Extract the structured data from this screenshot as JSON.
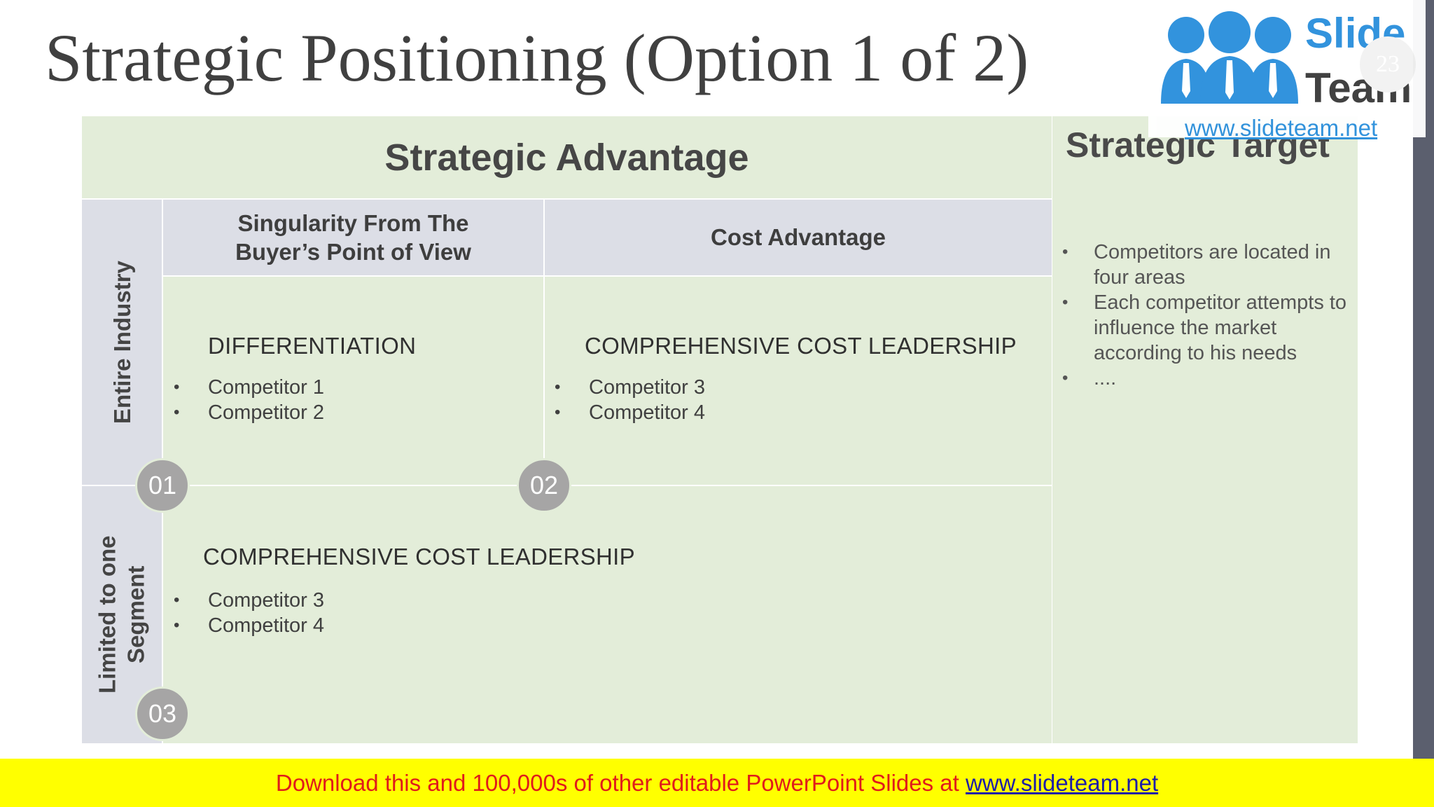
{
  "slide": {
    "title": "Strategic Positioning (Option 1 of 2)",
    "page_number": "23"
  },
  "matrix": {
    "header": "Strategic Advantage",
    "col1_header": "Singularity From The\nBuyer’s Point of View",
    "col2_header": "Cost Advantage",
    "row1_header": "Entire Industry",
    "row2_header": "Limited to one\nSegment",
    "cell1": {
      "title": "DIFFERENTIATION",
      "items": [
        "Competitor 1",
        "Competitor 2"
      ],
      "badge": "01"
    },
    "cell2": {
      "title": "COMPREHENSIVE COST LEADERSHIP",
      "items": [
        "Competitor 3",
        "Competitor 4"
      ],
      "badge": "02"
    },
    "cell3": {
      "title": "COMPREHENSIVE COST LEADERSHIP",
      "items": [
        "Competitor 3",
        "Competitor 4"
      ],
      "badge": "03"
    }
  },
  "target": {
    "title": "Strategic  Target",
    "items": [
      "Competitors are located in four areas",
      "Each competitor attempts to influence the market according to his needs",
      "...."
    ]
  },
  "logo": {
    "word1": "Slide",
    "word2": "Team",
    "url": "www.slideteam.net"
  },
  "footer": {
    "text": "Download this and 100,000s of other editable PowerPoint Slides at ",
    "link": "www.slideteam.net"
  },
  "colors": {
    "cell_green": "#e3edd9",
    "header_gray": "#dcdee6",
    "logo_blue": "#2a8fdc",
    "footer_bg": "#ffff00",
    "footer_text": "#e01b1b"
  }
}
